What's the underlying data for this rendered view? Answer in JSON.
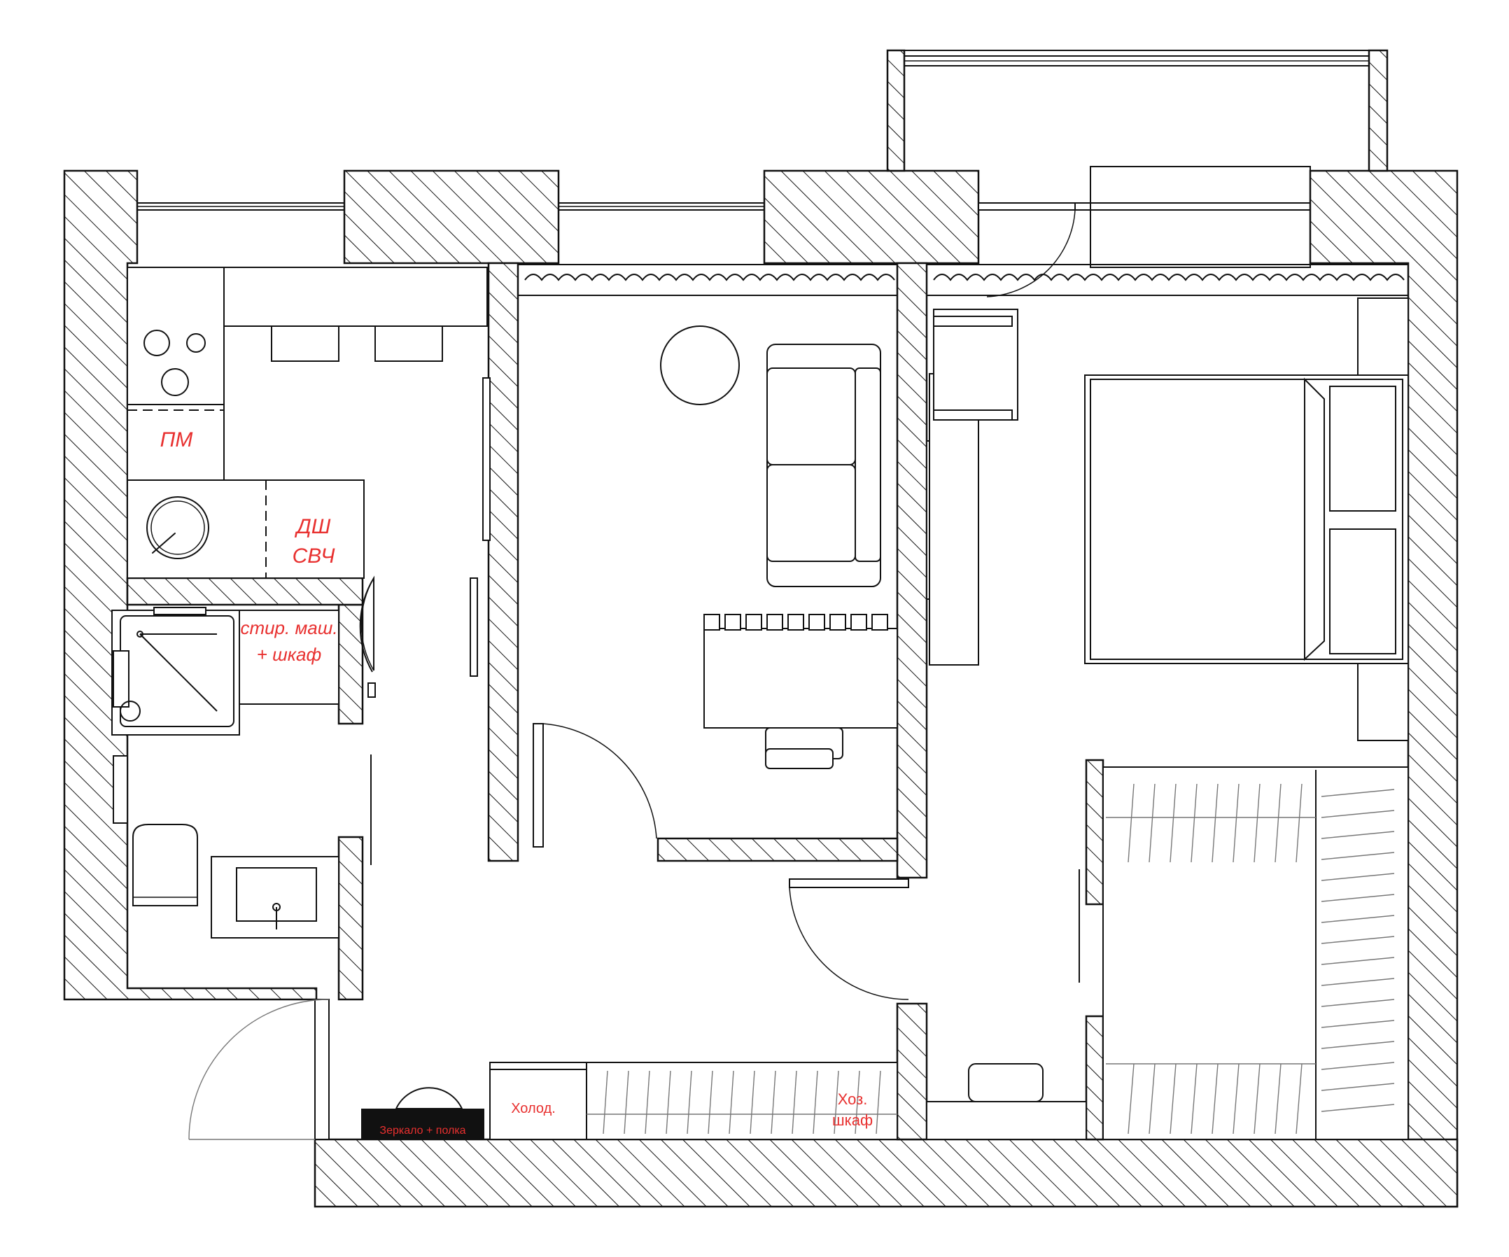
{
  "labels": {
    "dishwasher": "ПМ",
    "oven_line1": "ДШ",
    "oven_line2": "СВЧ",
    "washer_line1": "стир. маш.",
    "washer_line2": "+ шкаф",
    "mirror": "Зеркало + полка",
    "fridge": "Холод.",
    "storage_line1": "Хоз.",
    "storage_line2": "шкаф"
  },
  "colors": {
    "label": "#e8302f",
    "line": "#111111",
    "background": "#ffffff"
  }
}
